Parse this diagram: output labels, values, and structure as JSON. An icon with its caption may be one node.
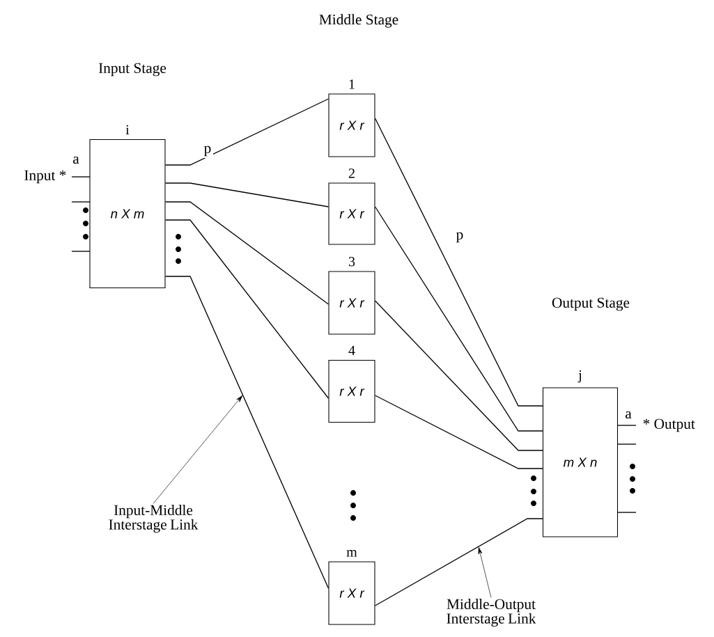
{
  "diagram": {
    "nodes": [
      {
        "text": [
          "n X m"
        ],
        "beside": [
          "i"
        ]
      },
      {
        "text": [
          "r X r"
        ],
        "beside": [
          "1"
        ]
      },
      {
        "text": [
          "r X r"
        ],
        "beside": [
          "2"
        ]
      },
      {
        "text": [
          "r X r"
        ],
        "beside": [
          "3"
        ]
      },
      {
        "text": [
          "r X r"
        ],
        "beside": [
          "4"
        ]
      },
      {
        "text": [
          "r X r"
        ],
        "beside": [
          "m"
        ]
      },
      {
        "text": [
          "m X n"
        ],
        "beside": [
          "j"
        ]
      },
      {
        "text": [
          "Input-Middle Interstage Link"
        ]
      },
      {
        "text": [
          "Middle-Output Interstage Link"
        ]
      }
    ],
    "edges": [
      {
        "from": 0,
        "to": 1,
        "arrow": "none",
        "label": "p"
      },
      {
        "from": 0,
        "to": 2,
        "arrow": "none"
      },
      {
        "from": 0,
        "to": 3,
        "arrow": "none"
      },
      {
        "from": 0,
        "to": 4,
        "arrow": "none"
      },
      {
        "from": 0,
        "to": 5,
        "arrow": "none"
      },
      {
        "from": 1,
        "to": 6,
        "arrow": "none",
        "label": "p"
      },
      {
        "from": 2,
        "to": 6,
        "arrow": "none"
      },
      {
        "from": 3,
        "to": 6,
        "arrow": "none"
      },
      {
        "from": 4,
        "to": 6,
        "arrow": "none"
      },
      {
        "from": 5,
        "to": 6,
        "arrow": "none"
      },
      {
        "from": 7,
        "to": null,
        "arrow": "to"
      },
      {
        "from": 8,
        "to": null,
        "arrow": "to"
      }
    ],
    "labels": [
      "Middle Stage",
      "Input Stage",
      "a",
      "Input *",
      "Output Stage",
      "a",
      "* Output"
    ]
  }
}
